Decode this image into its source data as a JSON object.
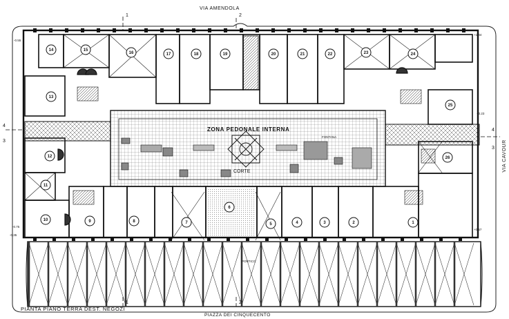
{
  "streets": {
    "top": "VIA AMENDOLA",
    "bottom": "PIAZZA DEI CINQUECENTO",
    "right": "VIA CAVOUR"
  },
  "caption": "PIANTA PIANO TERRA  DEST. NEGOZI",
  "zones": {
    "pedestrian": "ZONA PEDONALE INTERNA",
    "courtyard": "CORTE",
    "portico": "PORTICO"
  },
  "sections": {
    "s1": "1",
    "s2": "2",
    "s3": "3",
    "s4": "4"
  },
  "shops_top": [
    "14",
    "15",
    "16",
    "17",
    "18",
    "19",
    "20",
    "21",
    "22",
    "23",
    "24"
  ],
  "shops_left": [
    "13",
    "12",
    "11",
    "10",
    "9"
  ],
  "shops_bottom": [
    "8",
    "7",
    "6",
    "5",
    "4",
    "3",
    "2"
  ],
  "shops_right": [
    "25",
    "26",
    "1"
  ],
  "small_labels": {
    "fontana": "FONTANA",
    "elevations": [
      "+1.44",
      "-0.55",
      "+0.57",
      "-0.35",
      "+0.23",
      "-0.75"
    ],
    "stair": "SCALA"
  }
}
